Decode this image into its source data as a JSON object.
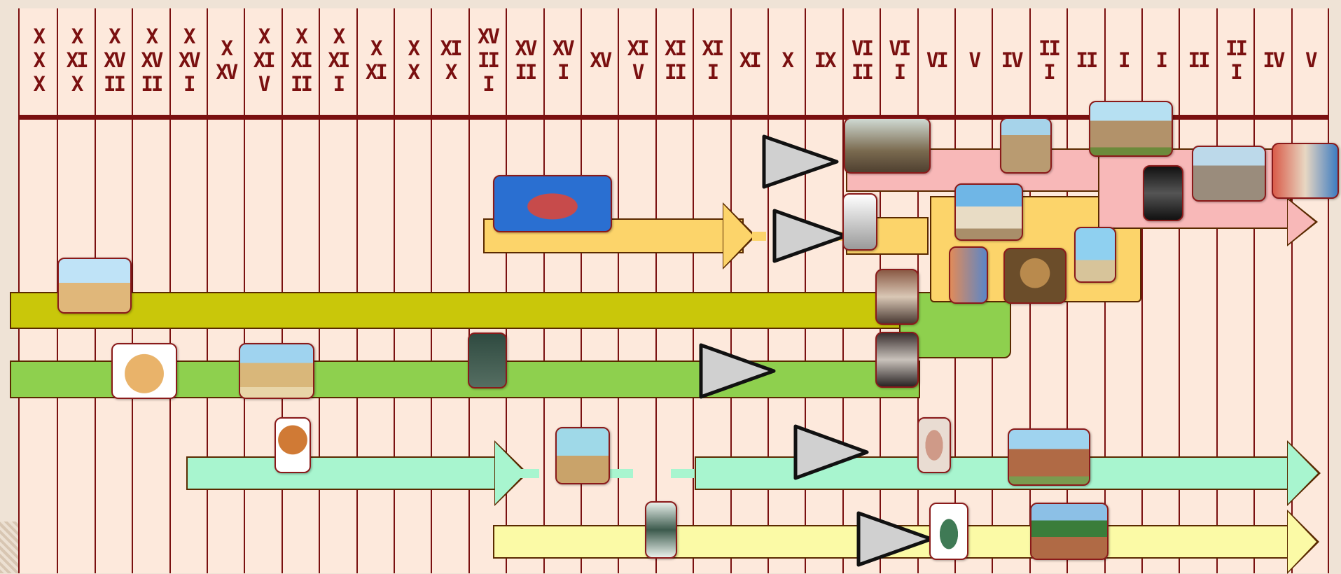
{
  "centuries": [
    "X\nX\nX",
    "X\nXI\nX",
    "X\nXV\nII",
    "X\nXV\nII",
    "X\nXV\nI",
    "X\nXV",
    "X\nXI\nV",
    "X\nXI\nII",
    "X\nXI\nI",
    "X\nXI",
    "X\nX",
    "XI\nX",
    "XV\nII\nI",
    "XV\nII",
    "XV\nI",
    "XV",
    "XI\nV",
    "XI\nII",
    "XI\nI",
    "XI",
    "X",
    "IX",
    "VI\nII",
    "VI\nI",
    "VI",
    "V",
    "IV",
    "II\nI",
    "II",
    "I",
    "I",
    "II",
    "II\nI",
    "IV",
    "V"
  ],
  "colors": {
    "frame": "#7a1010",
    "egypt": "#c9c70a",
    "mesopotamia": "#8ed04e",
    "minoan_greek": "#fcd46a",
    "roman": "#f8b8b8",
    "india": "#a8f5cf",
    "china": "#fbfaa6",
    "marker": "#d0d0d0"
  },
  "icons": [
    "pyramids-icon",
    "wheel-cart-icon",
    "ziggurat-icon",
    "code-stele-icon",
    "bull-leaping-fresco-icon",
    "capitoline-wolf-icon",
    "arch-of-titus-icon",
    "colosseum-icon",
    "discobolus-icon",
    "parthenon-icon",
    "philosophers-icon",
    "alexander-mosaic-icon",
    "lighthouse-icon",
    "assyrian-relief-icon",
    "persian-relief-icon",
    "pantheon-icon",
    "battle-relief-icon",
    "dark-figure-icon",
    "harappan-figure-icon",
    "aryan-horseman-icon",
    "buddha-statue-icon",
    "sanchi-stupa-icon",
    "bronze-vessel-icon",
    "confucius-icon",
    "great-wall-icon"
  ]
}
